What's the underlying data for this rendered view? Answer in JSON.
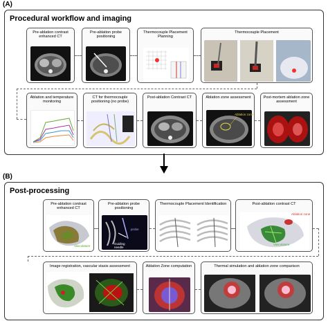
{
  "panel_a": {
    "letter": "(A)",
    "title": "Procedural workflow and imaging",
    "cards": [
      {
        "label": "Pre-ablation contrast enhanced CT"
      },
      {
        "label": "Pre-ablation probe positioning"
      },
      {
        "label": "Thermocouple Placement Planning"
      },
      {
        "label": "Thermocouple Placement"
      },
      {
        "label": "Ablation and temperature monitoring"
      },
      {
        "label": "CT for thermocouple positioning (no probe)"
      },
      {
        "label": "Post-ablation Contrast CT"
      },
      {
        "label": "Ablation zone assessment"
      },
      {
        "label": "Post-mortem ablation zone assessment"
      }
    ],
    "annotations": {
      "ablation_zone": "Ablation zone"
    }
  },
  "panel_b": {
    "letter": "(B)",
    "title": "Post-processing",
    "cards": [
      {
        "label": "Pre-ablation contrast enhanced CT"
      },
      {
        "label": "Pre-ablation probe positioning"
      },
      {
        "label": "Thermocouple Placement Identification"
      },
      {
        "label": "Post-ablation contrast CT"
      },
      {
        "label": "Image registration, vascular stasis assessment"
      },
      {
        "label": "Ablation Zone computation"
      },
      {
        "label": "Thermal simulation and ablation zone comparison"
      }
    ],
    "annotations": {
      "vasculature_1": "Vasculature",
      "probe": "probe",
      "guiding_needle": "Guiding needle",
      "ablation_zone": "Ablation zone",
      "vasculature_2": "Vasculature"
    }
  }
}
